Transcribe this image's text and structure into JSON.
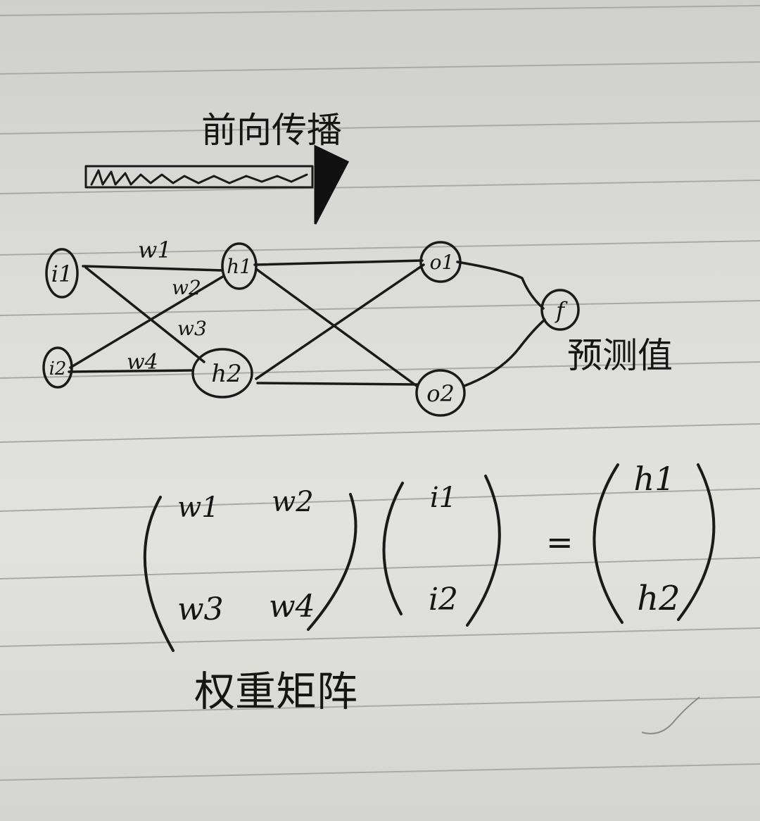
{
  "title": "前向传播",
  "nodes": {
    "i1": "i1",
    "i2": "i2",
    "h1": "h1",
    "h2": "h2",
    "o1": "o1",
    "o2": "o2",
    "f": "f"
  },
  "edge_labels": {
    "w1": "w1",
    "w2": "w2",
    "w3": "w3",
    "w4": "w4"
  },
  "prediction_label": "预测值",
  "equation": {
    "matrix": [
      [
        "w1",
        "w2"
      ],
      [
        "w3",
        "w4"
      ]
    ],
    "input_vector": [
      "i1",
      "i2"
    ],
    "equals": "=",
    "output_vector": [
      "h1",
      "h2"
    ]
  },
  "matrix_caption": "权重矩阵"
}
